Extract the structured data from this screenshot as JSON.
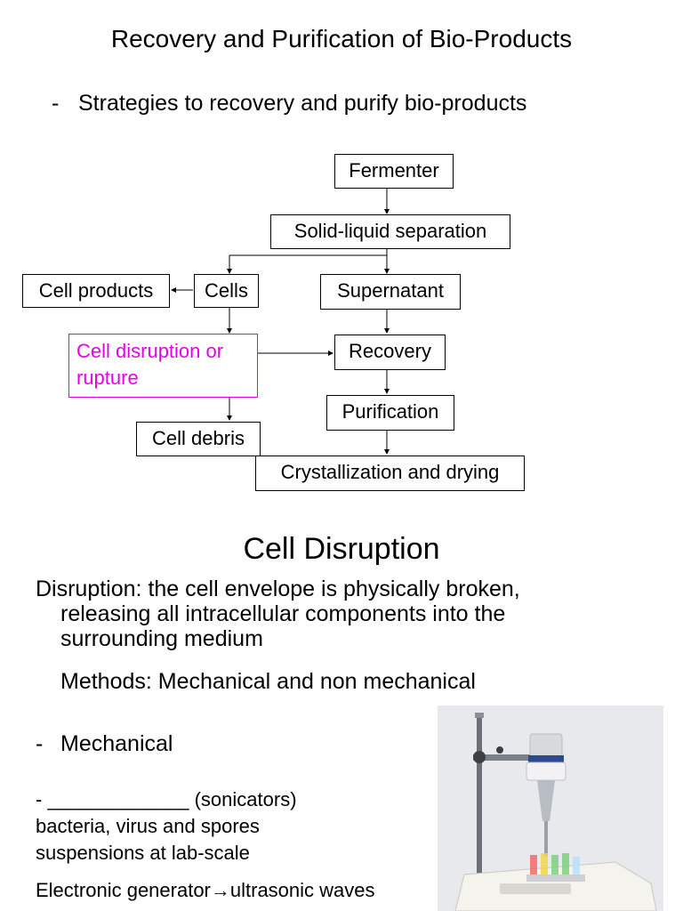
{
  "title": "Recovery and Purification of Bio-Products",
  "subtitle": {
    "dash": "-",
    "text": "Strategies to recovery and purify bio-products"
  },
  "flowchart": {
    "fermenter": "Fermenter",
    "solid_liquid": "Solid-liquid separation",
    "cell_products": "Cell products",
    "cells": "Cells",
    "supernatant": "Supernatant",
    "cell_disruption": "Cell disruption or rupture",
    "recovery": "Recovery",
    "purification": "Purification",
    "cell_debris": "Cell debris",
    "crystallization": "Crystallization and drying",
    "highlight_color": "#e600e6"
  },
  "section": {
    "heading": "Cell Disruption",
    "definition_line1": "Disruption: the cell envelope is physically broken,",
    "definition_line2": "releasing all intracellular components into the",
    "definition_line3": "surrounding medium",
    "methods": "Methods: Mechanical and non mechanical",
    "mechanical_dash": "-",
    "mechanical": "Mechanical",
    "sonicator_line1": "- _____________ (sonicators)",
    "sonicator_line2": "bacteria, virus and spores",
    "sonicator_line3": "suspensions at lab-scale",
    "generator": "Electronic generator→ultrasonic waves"
  }
}
